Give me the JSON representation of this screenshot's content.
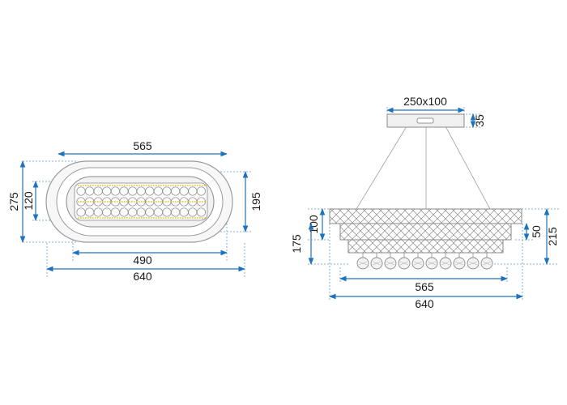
{
  "colors": {
    "dimension_line": "#1e73be",
    "extension_line": "#7fb0d8",
    "outline": "#9a9a9a",
    "crystal": "#8a8a8a",
    "led": "#e8c53a",
    "text": "#1a1a1a"
  },
  "top_view": {
    "width_inner": "565",
    "width_shade": "490",
    "width_outer": "640",
    "height_outer": "275",
    "height_inner": "120",
    "height_frame": "195"
  },
  "side_view": {
    "canopy_size": "250x100",
    "canopy_height": "35",
    "upper_tier_height": "100",
    "body_height": "175",
    "lower_tier_height": "50",
    "total_height": "215",
    "width_inner": "565",
    "width_outer": "640"
  }
}
